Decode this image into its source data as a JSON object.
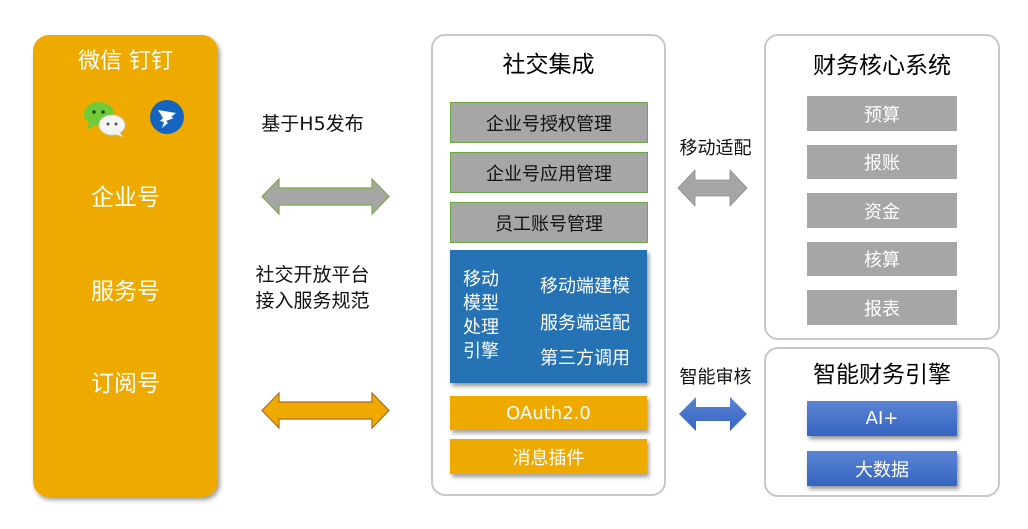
{
  "left_panel": {
    "title": "微信 钉钉",
    "icons": [
      "wechat-icon",
      "dingtalk-icon"
    ],
    "items": [
      "企业号",
      "服务号",
      "订阅号"
    ],
    "color": "#EFAA00"
  },
  "connectors": {
    "h5_label": "基于H5发布",
    "platform_label_line1": "社交开放平台",
    "platform_label_line2": "接入服务规范",
    "mobile_label": "移动适配",
    "audit_label": "智能审核"
  },
  "social_panel": {
    "title": "社交集成",
    "gray_items": [
      "企业号授权管理",
      "企业号应用管理",
      "员工账号管理"
    ],
    "engine": {
      "left_lines": [
        "移动",
        "模型",
        "处理",
        "引擎"
      ],
      "right_items": [
        "移动端建模",
        "服务端适配",
        "第三方调用"
      ]
    },
    "orange_items": [
      "OAuth2.0",
      "消息插件"
    ]
  },
  "finance_panel": {
    "title": "财务核心系统",
    "items": [
      "预算",
      "报账",
      "资金",
      "核算",
      "报表"
    ]
  },
  "smart_panel": {
    "title": "智能财务引擎",
    "items": [
      "AI+",
      "大数据"
    ]
  },
  "colors": {
    "orange": "#EFAA00",
    "blue": "#2573B5",
    "gray": "#A6A6A6",
    "ai_blue": "#4A75CB",
    "green_border": "#6AA842"
  }
}
